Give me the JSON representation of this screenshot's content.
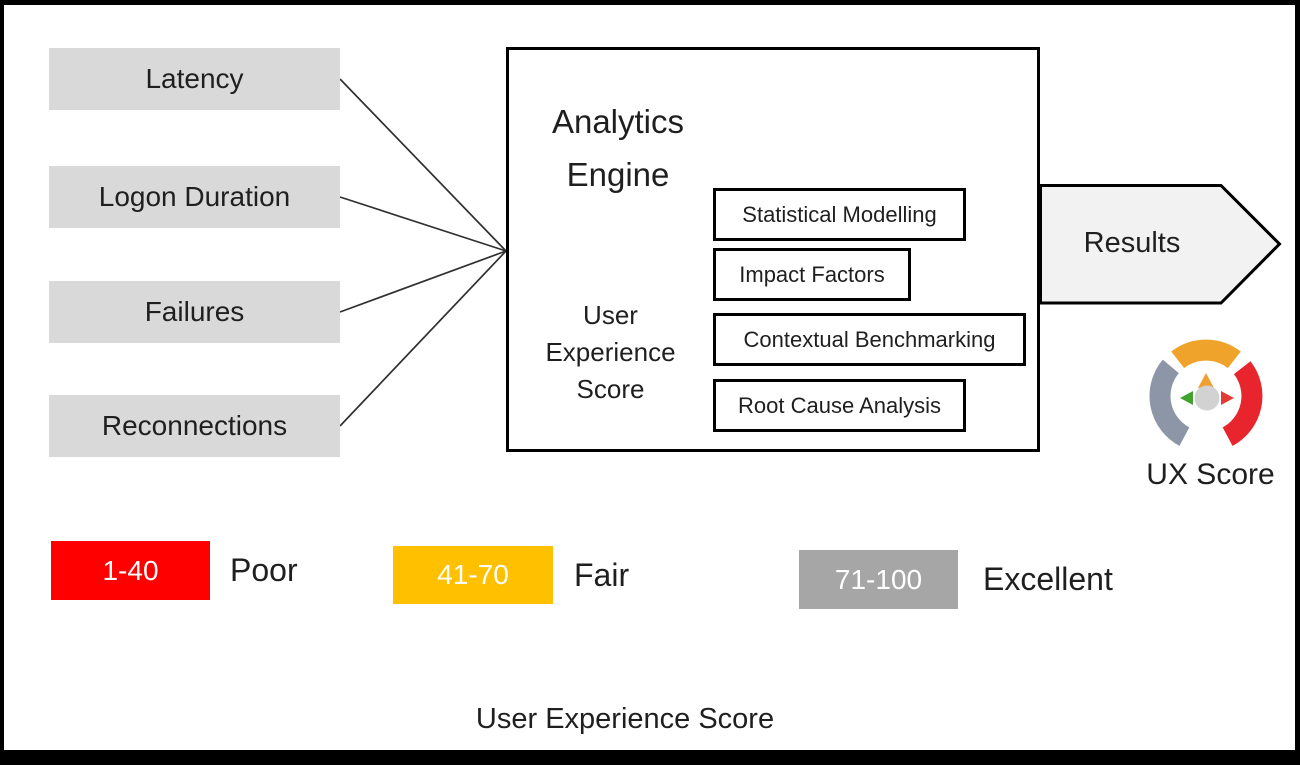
{
  "title": "User Experience Score",
  "metrics": [
    {
      "label": "Latency"
    },
    {
      "label": "Logon Duration"
    },
    {
      "label": "Failures"
    },
    {
      "label": "Reconnections"
    }
  ],
  "engine": {
    "title": "Analytics\nEngine",
    "subtitle": "User\nExperience\nScore",
    "components": [
      {
        "label": "Statistical Modelling"
      },
      {
        "label": "Impact Factors"
      },
      {
        "label": "Contextual Benchmarking"
      },
      {
        "label": "Root Cause Analysis"
      }
    ]
  },
  "results_arrow": {
    "label": "Results"
  },
  "ux_gauge": {
    "label": "UX Score",
    "icon": "gauge-icon"
  },
  "legend": [
    {
      "range": "1-40",
      "label": "Poor",
      "color": "#FF0000"
    },
    {
      "range": "41-70",
      "label": "Fair",
      "color": "#FFC000"
    },
    {
      "range": "71-100",
      "label": "Excellent",
      "color": "#A6A6A6"
    }
  ],
  "colors": {
    "metric-box": "#D9D9D9",
    "arrow-fill": "#F2F2F2",
    "legend-poor": "#FF0000",
    "legend-fair": "#FFC000",
    "legend-excellent": "#A6A6A6",
    "gauge-left-arc": "#8C96A6",
    "gauge-top-arc": "#EFA32B",
    "gauge-right-arc": "#E8242C",
    "gauge-green": "#3FA32E",
    "gauge-red-pointer": "#E23B33",
    "gauge-orange-pointer": "#F0A02F",
    "gauge-center": "#D2D2D2"
  }
}
